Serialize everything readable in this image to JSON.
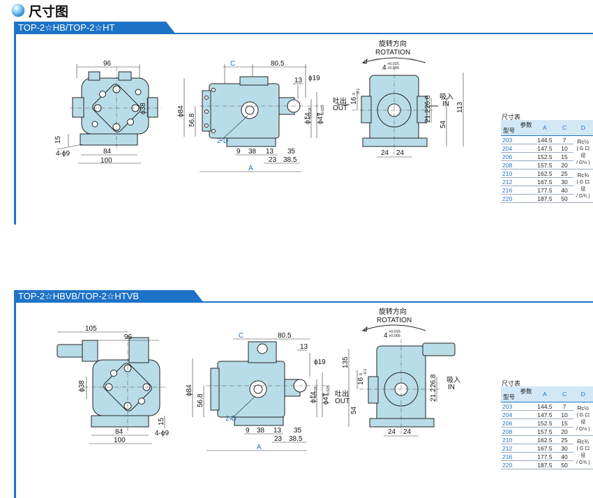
{
  "page": {
    "title": "尺寸图",
    "accent_color": "#1e73c7",
    "body_color": "#b9dde8"
  },
  "sections": [
    {
      "header": "TOP-2☆HB/TOP-2☆HT",
      "front": {
        "w1": "96",
        "h1": "ϕ38",
        "w2": "84",
        "w3": "100",
        "h2": "15",
        "hole": "4-ϕ9"
      },
      "side": {
        "c": "C",
        "w1": "80.5",
        "d1": "13",
        "d2": "ϕ19",
        "h1": "ϕ84",
        "h2": "56.8",
        "port": "2-D",
        "d3": "ϕ14",
        "d3_tol": "0\n-0.018",
        "d4": "ϕ47",
        "d4_tol": "0\n-0.025",
        "b1": "9",
        "b2": "38",
        "b3": "13",
        "b4": "35",
        "b5": "23",
        "b6": "38.5",
        "a": "A"
      },
      "rear": {
        "rot_cn": "旋转方向",
        "rot_en": "ROTATION",
        "key": "4",
        "key_tol": "+0.015\n+0.005",
        "out_cn": "吐出",
        "out_en": "OUT",
        "in_cn": "吸入",
        "in_en": "IN",
        "h1": "16",
        "h1_tol": "0\n-0.1",
        "h2": "26.8",
        "h3": "21.2",
        "h4": "54",
        "h5": "113",
        "w1": "24",
        "w2": "24"
      }
    },
    {
      "header": "TOP-2☆HBVB/TOP-2☆HTVB",
      "front": {
        "w0": "105",
        "w1": "96",
        "h1": "ϕ38",
        "w2": "84",
        "w3": "100",
        "h2": "15",
        "hole": "4-ϕ9"
      },
      "side": {
        "c": "C",
        "w1": "80.5",
        "d1": "13",
        "d2": "ϕ19",
        "h1": "ϕ84",
        "h2": "56.8",
        "port": "2-D",
        "d3": "ϕ14",
        "d3_tol": "0\n-0.018",
        "d4": "ϕ47",
        "d4_tol": "0\n-0.025",
        "b1": "9",
        "b2": "38",
        "b3": "13",
        "b4": "35",
        "b5": "23",
        "b6": "38.5",
        "a": "A"
      },
      "rear": {
        "rot_cn": "旋转方向",
        "rot_en": "ROTATION",
        "key": "4",
        "key_tol": "+0.015\n+0.005",
        "out_cn": "吐出",
        "out_en": "OUT",
        "in_cn": "吸入",
        "in_en": "IN",
        "h1": "16",
        "h1_tol": "0\n-0.1",
        "h2": "26.8",
        "h3": "21.2",
        "h4": "54",
        "h5": "135",
        "w1": "24",
        "w2": "24"
      }
    }
  ],
  "dim_table": {
    "title": "尺寸表",
    "param_label": "参数",
    "model_label": "型号",
    "columns": [
      "A",
      "C",
      "D"
    ],
    "rows": [
      {
        "model": "203",
        "a": "144.5",
        "c": "7"
      },
      {
        "model": "204",
        "a": "147.5",
        "c": "10"
      },
      {
        "model": "206",
        "a": "152.5",
        "c": "15"
      },
      {
        "model": "208",
        "a": "157.5",
        "c": "20"
      },
      {
        "model": "210",
        "a": "162.5",
        "c": "25"
      },
      {
        "model": "212",
        "a": "167.5",
        "c": "30"
      },
      {
        "model": "216",
        "a": "177.5",
        "c": "40"
      },
      {
        "model": "220",
        "a": "187.5",
        "c": "50"
      }
    ],
    "d_groups": [
      {
        "main": "Rc½",
        "sub": "( G 口径\n/ G½ )"
      },
      {
        "main": "Rc¾",
        "sub": "( G 口径\n/ G¾ )"
      }
    ]
  }
}
